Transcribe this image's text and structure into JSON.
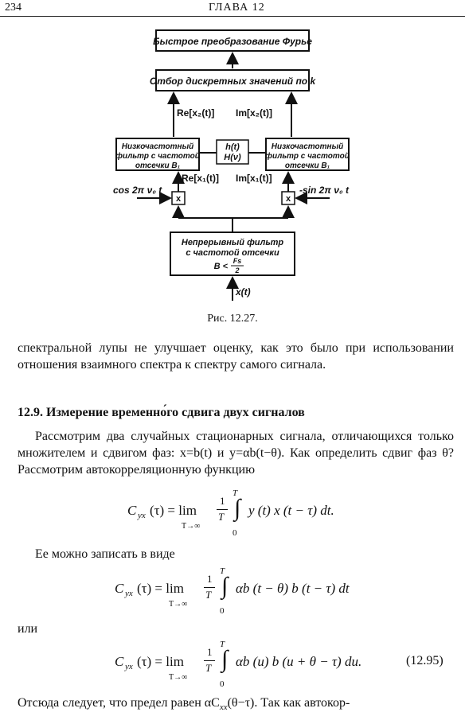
{
  "header": {
    "page_number": "234",
    "chapter": "ГЛАВА 12"
  },
  "diagram": {
    "fft_box": "Быстрое преобразование Фурье",
    "sampling_box": "Отбор дискретных значений по k",
    "re_x2": "Re[x₂(t)]",
    "im_x2": "Im[x₂(t)]",
    "lowpass_line1": "Низкочастотный",
    "lowpass_line2": "фильтр с частотой",
    "lowpass_line3": "отсечки B₁",
    "center_line1": "h(t)",
    "center_line2": "H(ν)",
    "re_x1": "Re[x₁(t)]",
    "im_x1": "Im[x₁(t)]",
    "cos_label": "cos 2π ν₀ t",
    "sin_label": "-sin 2π ν₀ t",
    "mult_symbol": "x",
    "cont_line1": "Непрерывный фильтр",
    "cont_line2": "с частотой отсечки",
    "cont_line3_a": "B <",
    "cont_frac_num": "Fs",
    "cont_frac_den": "2",
    "input": "x(t)"
  },
  "caption": "Рис. 12.27.",
  "paragraph1": "спектральной лупы не улучшает оценку, как это было при использовании отношения взаимного спектра к спектру самого сигнала.",
  "section_heading": "12.9. Измерение временно́го сдвига двух сигналов",
  "paragraph2": "Рассмотрим два случайных стационарных сигнала, отличающихся только множителем и сдвигом фаз: x=b(t) и y=αb(t−θ). Как определить сдвиг фаз θ? Рассмотрим автокорреляционную функцию",
  "formula1": {
    "lhs": "C",
    "lhs_sub": "yx",
    "lhs_arg": "(τ) = lim",
    "lim_sub": "T→∞",
    "frac_num": "1",
    "frac_den": "T",
    "int_top": "T",
    "int_bottom": "0",
    "integrand": "y (t) x (t − τ) dt."
  },
  "text_can_write": "Ее можно записать в виде",
  "formula2": {
    "lhs": "C",
    "lhs_sub": "yx",
    "lhs_arg": "(τ) = lim",
    "lim_sub": "T→∞",
    "frac_num": "1",
    "frac_den": "T",
    "int_top": "T",
    "int_bottom": "0",
    "integrand": "αb (t − θ) b (t − τ) dt"
  },
  "text_or": "или",
  "formula3": {
    "lhs": "C",
    "lhs_sub": "yx",
    "lhs_arg": "(τ) = lim",
    "lim_sub": "T→∞",
    "frac_num": "1",
    "frac_den": "T",
    "int_top": "T",
    "int_bottom": "0",
    "integrand": "αb (u) b (u + θ − τ) du.",
    "number": "(12.95)"
  },
  "last_line": "Отсюда следует, что предел равен αC",
  "last_line_sub": "xx",
  "last_line_end": "(θ−τ). Так как автокор-"
}
